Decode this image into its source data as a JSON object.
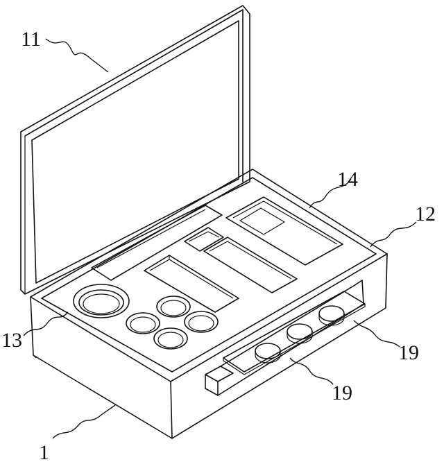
{
  "labels": {
    "case": "1",
    "lid": "11",
    "tray": "12",
    "round_cup": "13",
    "slot": "14",
    "knob_right": "19",
    "knob_bottom": "19"
  }
}
